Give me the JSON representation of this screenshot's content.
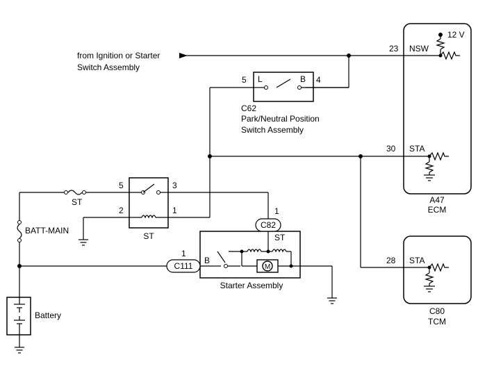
{
  "source": {
    "line1": "from Ignition or Starter",
    "line2": "Switch Assembly"
  },
  "ecm": {
    "code": "A47",
    "name": "ECM",
    "supply": "12 V",
    "pin_nsw": "23",
    "label_nsw": "NSW",
    "pin_sta": "30",
    "label_sta": "STA"
  },
  "tcm": {
    "code": "C80",
    "name": "TCM",
    "pin_sta": "28",
    "label_sta": "STA"
  },
  "pnp_switch": {
    "code": "C62",
    "name_line1": "Park/Neutral Position",
    "name_line2": "Switch Assembly",
    "pin_left": "5",
    "pin_right": "4",
    "term_l": "L",
    "term_b": "B"
  },
  "st_relay": {
    "name": "ST",
    "pin5": "5",
    "pin3": "3",
    "pin2": "2",
    "pin1": "1"
  },
  "fuses": {
    "st": "ST",
    "batt_main": "BATT-MAIN"
  },
  "starter": {
    "name": "Starter Assembly",
    "connector_st": "C82",
    "connector_st_pin": "1",
    "connector_st_label": "ST",
    "connector_b": "C111",
    "connector_b_pin": "1",
    "term_b": "B",
    "motor": "M"
  },
  "battery": {
    "name": "Battery"
  }
}
